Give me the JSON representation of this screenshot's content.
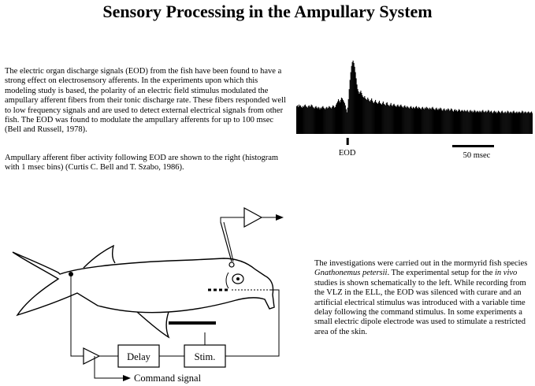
{
  "page": {
    "title": "Sensory Processing in the Ampullary System"
  },
  "intro": {
    "text": "The electric organ discharge signals (EOD) from the fish have been found to have a strong effect on electrosensory afferents.  In the experiments upon which this modeling study is based, the polarity of an electric field stimulus modulated the ampullary afferent fibers from their tonic discharge rate.  These fibers responded well to low frequency signals and are used to detect external electrical signals from other fish.  The EOD was found to modulate the ampullary afferents for up to 100 msec (Bell and Russell, 1978)."
  },
  "figure_caption": {
    "text": " Ampullary afferent fiber activity following EOD are shown to the right (histogram with 1 msec bins) (Curtis C. Bell and T. Szabo, 1986)."
  },
  "histogram": {
    "eod_label": "EOD",
    "scale_label": "50 msec",
    "color": "#000000"
  },
  "chart_data": {
    "type": "bar",
    "title": "",
    "xlabel": "",
    "ylabel": "",
    "bin_width_ms": 1,
    "eod_bin": 66,
    "values": [
      36,
      37,
      35,
      38,
      36,
      37,
      35,
      34,
      36,
      35,
      37,
      38,
      36,
      35,
      34,
      36,
      37,
      35,
      36,
      38,
      37,
      35,
      34,
      33,
      35,
      36,
      34,
      33,
      35,
      34,
      32,
      34,
      33,
      35,
      36,
      34,
      33,
      32,
      34,
      35,
      33,
      34,
      36,
      35,
      34,
      33,
      35,
      37,
      36,
      34,
      35,
      38,
      40,
      42,
      45,
      43,
      41,
      44,
      47,
      46,
      44,
      42,
      40,
      37,
      32,
      28,
      34,
      45,
      58,
      70,
      80,
      88,
      93,
      95,
      92,
      87,
      80,
      72,
      64,
      58,
      55,
      52,
      54,
      56,
      53,
      50,
      48,
      47,
      49,
      46,
      45,
      44,
      47,
      45,
      43,
      42,
      44,
      46,
      43,
      41,
      40,
      42,
      44,
      41,
      40,
      39,
      41,
      43,
      40,
      39,
      38,
      40,
      42,
      39,
      38,
      37,
      40,
      41,
      38,
      37,
      36,
      38,
      40,
      37,
      36,
      38,
      39,
      37,
      36,
      35,
      37,
      38,
      36,
      35,
      37,
      38,
      36,
      35,
      34,
      36,
      37,
      35,
      34,
      36,
      35,
      34,
      33,
      35,
      36,
      34,
      33,
      35,
      34,
      33,
      35,
      36,
      34,
      33,
      35,
      34,
      33,
      32,
      34,
      35,
      33,
      32,
      34,
      33,
      35,
      34,
      33,
      32,
      34,
      33,
      32,
      34,
      35,
      33,
      32,
      31,
      33,
      34,
      32,
      31,
      33,
      32,
      34,
      33,
      31,
      30,
      32,
      33,
      31,
      30,
      32,
      31,
      33,
      32,
      30,
      31,
      33,
      32,
      30,
      29,
      31,
      32,
      30,
      31,
      29,
      30,
      32,
      31,
      29,
      30,
      31,
      30,
      29,
      31,
      30,
      29,
      30,
      31,
      29,
      28,
      30,
      31,
      29,
      30,
      28,
      29,
      31,
      30,
      28,
      29,
      30,
      29,
      28,
      30,
      29,
      28,
      30,
      31,
      29,
      28,
      29,
      30,
      28,
      29,
      31,
      30,
      28,
      29,
      30,
      28,
      27,
      29,
      30,
      28,
      29,
      27,
      28,
      30,
      29,
      28,
      27,
      29,
      30,
      28,
      27,
      28,
      29,
      27,
      28,
      30,
      29,
      27,
      28,
      29,
      28,
      27,
      29,
      30,
      28,
      27,
      28,
      29,
      27,
      28,
      29,
      28,
      27,
      28,
      30,
      29,
      27,
      28,
      29,
      28,
      27,
      28,
      29,
      28,
      27,
      28,
      29,
      27
    ]
  },
  "diagram": {
    "delay_label": "Delay",
    "stim_label": "Stim.",
    "command_label": "Command signal"
  },
  "setup": {
    "text_1": "The investigations were carried out in the mormyrid fish species ",
    "species": "Gnathonemus petersii",
    "text_2": ".  The experimental setup for the ",
    "in_vivo": "in vivo",
    "text_3": " studies is shown schematically to the left.  While recording from the VLZ in the ELL, the EOD was silenced with curare and an artificial electrical stimulus was introduced with a variable time delay following the command stimulus.  In some experiments a small electric dipole electrode was used to stimulate a restricted area of the skin."
  }
}
